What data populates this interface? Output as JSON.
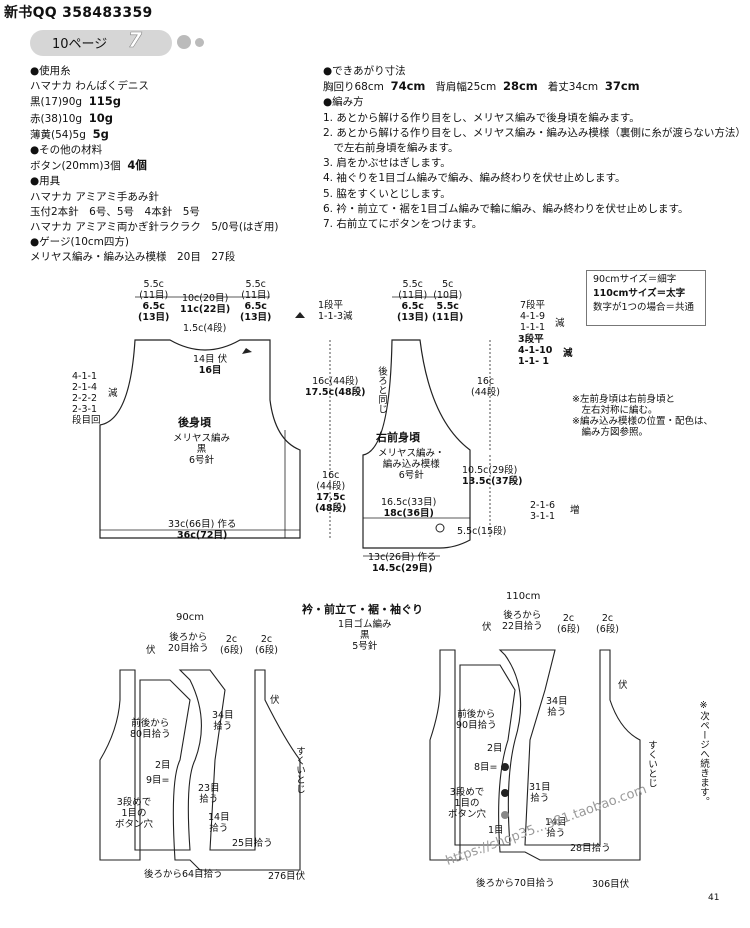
{
  "header": {
    "title": "新书QQ 358483359",
    "page_label": "10ページ",
    "page_number": "7"
  },
  "materials": {
    "yarn_h": "●使用糸",
    "yarn_name": "ハマナカ わんぱくデニス",
    "yarns": [
      {
        "label": "黒(17)90g",
        "bold": "115g"
      },
      {
        "label": "赤(38)10g",
        "bold": "10g"
      },
      {
        "label": "薄黄(54)5g",
        "bold": "5g"
      }
    ],
    "other_h": "●その他の材料",
    "buttons": {
      "label": "ボタン(20mm)3個",
      "bold": "4個"
    },
    "tools_h": "●用具",
    "tools": [
      "ハマナカ アミアミ手あみ針",
      "玉付2本針　6号、5号　4本針　5号",
      "ハマナカ アミアミ両かぎ針ラクラク　5/0号(はぎ用)"
    ],
    "gauge_h": "●ゲージ(10cm四方)",
    "gauge": "メリヤス編み・編み込み模様　20目　27段"
  },
  "finished": {
    "heading": "●できあがり寸法",
    "line_a": "胸回り68cm",
    "line_b": "74cm",
    "line_c": "背肩幅25cm",
    "line_d": "28cm",
    "line_e": "着丈34cm",
    "line_f": "37cm"
  },
  "method": {
    "heading": "●編み方",
    "steps": [
      "1. あとから解ける作り目をし、メリヤス編みで後身頃を編みます。",
      "2. あとから解ける作り目をし、メリヤス編み・編み込み模様（裏側に糸が渡らない方法）",
      "　で左右前身頃を編みます。",
      "3. 肩をかぶせはぎします。",
      "4. 袖ぐりを1目ゴム編みで編み、編み終わりを伏せ止めします。",
      "5. 脇をすくいとじします。",
      "6. 衿・前立て・裾を1目ゴム編みで輪に編み、編み終わりを伏せ止めします。",
      "7. 右前立てにボタンをつけます。"
    ]
  },
  "legend": {
    "line1": "90cmサイズ＝細字",
    "line2": "110cmサイズ＝太字",
    "line3": "数字が1つの場合＝共通"
  },
  "back": {
    "title": "後身頃",
    "sub1": "メリヤス編み",
    "sub2": "黒",
    "sub3": "6号針",
    "top_l": "5.5c",
    "top_l2": "(11目)",
    "top_l3": "6.5c",
    "top_l4": "(13目)",
    "top_m": "10c(20目)",
    "top_m2": "11c(22目)",
    "top_r": "5.5c",
    "top_r2": "(11目)",
    "top_r3": "6.5c",
    "top_r4": "(13目)",
    "neck": "1.5c(4段)",
    "neck_st": "14目",
    "neck_st2": "16目",
    "fu": "伏",
    "dec": [
      "4-1-1",
      "2-1-4",
      "2-2-2",
      "2-3-1",
      "段目回"
    ],
    "dec_label": "減",
    "arm": "16c(44段)",
    "arm2": "17.5c(48段)",
    "side": "16c",
    "side2": "(44段)",
    "side3": "17.5c",
    "side4": "(48段)",
    "bottom": "33c(66目)",
    "bottom2": "36c(72目)",
    "tsukuru": "作る",
    "shoulder": "1段平",
    "shoulder2": "1-1-3減"
  },
  "front": {
    "title": "右前身頃",
    "sub1": "メリヤス編み・",
    "sub2": "編み込み模様",
    "sub3": "6号針",
    "top_l": "5.5c",
    "top_l2": "(11目)",
    "top_l3": "6.5c",
    "top_l4": "(13目)",
    "top_r": "5c",
    "top_r2": "(10目)",
    "top_r3": "5.5c",
    "top_r4": "(11目)",
    "dec1": "7段平",
    "dec2": "4-1-9",
    "dec3": "1-1-1",
    "dec_label": "減",
    "dec4": "3段平",
    "dec5": "4-1-10",
    "dec6": "1-1- 1",
    "dec_label2": "減",
    "back_same": "後ろと同じ",
    "arm": "16c",
    "arm2": "(44段)",
    "side": "10.5c(29段)",
    "side2": "13.5c(37段)",
    "mid": "16.5c(33目)",
    "mid2": "18c(36目)",
    "inc1": "2-1-6",
    "inc2": "3-1-1",
    "inc_label": "増",
    "hem": "5.5c(15段)",
    "bottom": "13c(26目)",
    "bottom2": "14.5c(29目)",
    "tsukuru": "作る",
    "note1": "※左前身頃は右前身頃と",
    "note2": "　左右対称に編む。",
    "note3": "※編み込み模様の位置・配色は、",
    "note4": "　編み方図参照。"
  },
  "edging": {
    "title": "衿・前立て・裾・袖ぐり",
    "sub1": "1目ゴム編み",
    "sub2": "黒",
    "sub3": "5号針"
  },
  "s90": {
    "size": "90cm",
    "fu": "伏",
    "ushiro": "後ろから",
    "ushiro2": "20目拾う",
    "c2a": "2c",
    "c2a2": "(6段)",
    "c2b": "2c",
    "c2b2": "(6段)",
    "maeushiro": "前後から",
    "maeushiro2": "80目拾う",
    "fu2": "伏",
    "m34": "34目",
    "m34b": "拾う",
    "sukui": "すくいとじ",
    "m2": "2目",
    "m9": "9目=",
    "m23": "23目",
    "m23b": "拾う",
    "dan3": "3段めで",
    "dan3b": "1目の",
    "dan3c": "ボタン穴",
    "m14": "14目",
    "m14b": "拾う",
    "m25": "25目拾う",
    "bottom": "後ろから64目拾う",
    "total": "276目伏"
  },
  "s110": {
    "size": "110cm",
    "fu": "伏",
    "ushiro": "後ろから",
    "ushiro2": "22目拾う",
    "c2a": "2c",
    "c2a2": "(6段)",
    "c2b": "2c",
    "c2b2": "(6段)",
    "maeushiro": "前後から",
    "maeushiro2": "90目拾う",
    "fu2": "伏",
    "m34": "34目",
    "m34b": "拾う",
    "sukui": "すくいとじ",
    "m2": "2目",
    "m8": "8目=",
    "m31": "31目",
    "m31b": "拾う",
    "dan3": "3段めで",
    "dan3b": "1目の",
    "dan3c": "ボタン穴",
    "m1": "1目",
    "m14": "14目",
    "m14b": "拾う",
    "m28": "28目拾う",
    "bottom": "後ろから70目拾う",
    "total": "306目伏"
  },
  "next": "※次ページへ続きます。",
  "watermark": "https://shop35...381.taobao.com",
  "page_num": "41"
}
